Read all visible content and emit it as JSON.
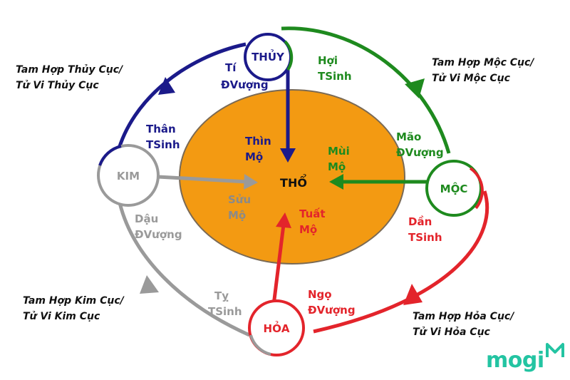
{
  "colors": {
    "blue": "#1b1a8a",
    "green": "#1e8a1e",
    "red": "#e3242b",
    "gray": "#9a9a9a",
    "center_fill": "#f39a12",
    "logo": "#23c4a2"
  },
  "center": {
    "label": "THỔ"
  },
  "nodes": {
    "thuy": "THỦY",
    "moc": "MỘC",
    "hoa": "HỎA",
    "kim": "KIM"
  },
  "arc_labels": {
    "thuy_to_moc": [
      "Hợi",
      "TSinh"
    ],
    "moc_to_hoa": [
      "Dần",
      "TSinh"
    ],
    "hoa_to_kim": [
      "Tỵ",
      "TSinh"
    ],
    "kim_to_thuy": [
      "Thân",
      "TSinh"
    ]
  },
  "near_node_labels": {
    "thuy": [
      "Tí",
      "ĐVượng"
    ],
    "moc": [
      "Mão",
      "ĐVượng"
    ],
    "hoa": [
      "Ngọ",
      "ĐVượng"
    ],
    "kim": [
      "Dậu",
      "ĐVượng"
    ]
  },
  "inner_labels": {
    "thuy": [
      "Thìn",
      "Mộ"
    ],
    "moc": [
      "Mùi",
      "Mộ"
    ],
    "hoa": [
      "Tuất",
      "Mộ"
    ],
    "kim": [
      "Sửu",
      "Mộ"
    ]
  },
  "corner_texts": {
    "top_left": [
      "Tam Hợp Thủy Cục/",
      "Tử Vi Thủy Cục"
    ],
    "top_right": [
      "Tam Hợp Mộc Cục/",
      "Tử Vi Mộc Cục"
    ],
    "bottom_right": [
      "Tam Hợp Hỏa Cục/",
      "Tử Vi Hỏa Cục"
    ],
    "bottom_left": [
      "Tam Hợp Kim Cục/",
      "Tử Vi Kim Cục"
    ]
  },
  "logo": {
    "text": "mogi"
  }
}
